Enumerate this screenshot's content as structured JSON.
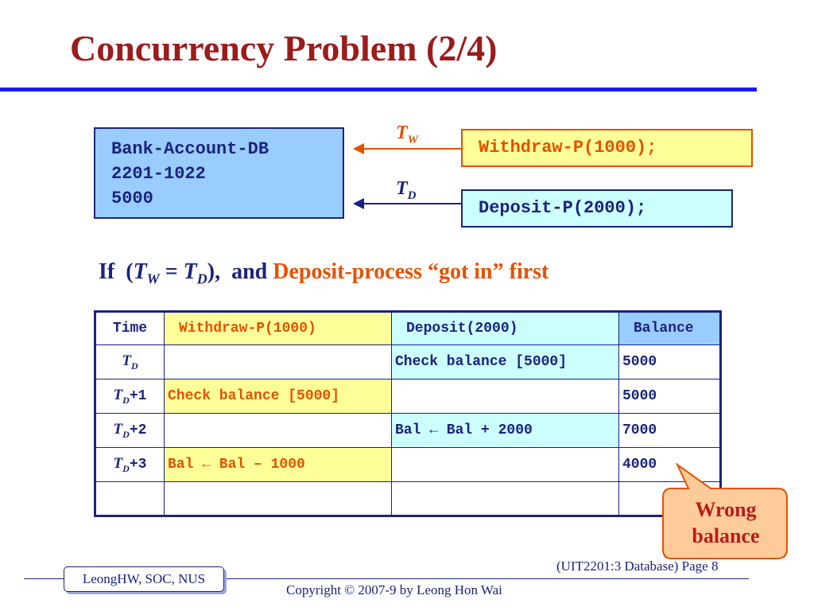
{
  "title": "Concurrency Problem (2/4)",
  "database_box": {
    "name": "Bank-Account-DB",
    "account": "2201-1022",
    "balance": "5000"
  },
  "processes": {
    "withdraw": {
      "time_var": "T",
      "time_sub": "W",
      "call": "Withdraw-P(1000);"
    },
    "deposit": {
      "time_var": "T",
      "time_sub": "D",
      "call": "Deposit-P(2000);"
    }
  },
  "condition": {
    "prefix": "If",
    "open": "(",
    "t1": "T",
    "t1_sub": "W",
    "equals": " = ",
    "t2": "T",
    "t2_sub": "D",
    "close": "),",
    "conj": "and",
    "highlight": "Deposit-process “got in” first"
  },
  "table": {
    "headers": [
      "Time",
      "Withdraw-P(1000)",
      "Deposit(2000)",
      "Balance"
    ],
    "rows": [
      {
        "time": "T",
        "sub": "D",
        "offset": "",
        "withdraw": "",
        "deposit": "Check balance [5000]",
        "balance": "5000"
      },
      {
        "time": "T",
        "sub": "D",
        "offset": "+1",
        "withdraw": "Check balance [5000]",
        "deposit": "",
        "balance": "5000"
      },
      {
        "time": "T",
        "sub": "D",
        "offset": "+2",
        "withdraw": "",
        "deposit": "Bal ← Bal + 2000",
        "balance": "7000"
      },
      {
        "time": "T",
        "sub": "D",
        "offset": "+3",
        "withdraw": "Bal ← Bal – 1000",
        "deposit": "",
        "balance": "4000"
      },
      {
        "time": "",
        "sub": "",
        "offset": "",
        "withdraw": "",
        "deposit": "",
        "balance": ""
      }
    ]
  },
  "callout": {
    "line1": "Wrong",
    "line2": "balance"
  },
  "footer": {
    "author": "LeongHW, SOC, NUS",
    "page": "(UIT2201:3 Database) Page 8",
    "copyright": "Copyright © 2007-9 by Leong Hon Wai"
  },
  "colors": {
    "title": "#9b1c1c",
    "navy": "#1a237e",
    "orange": "#e65100",
    "yellow": "#ffff99",
    "cyan": "#ccffff",
    "blue": "#99ccff",
    "rule": "#1a1aff"
  }
}
